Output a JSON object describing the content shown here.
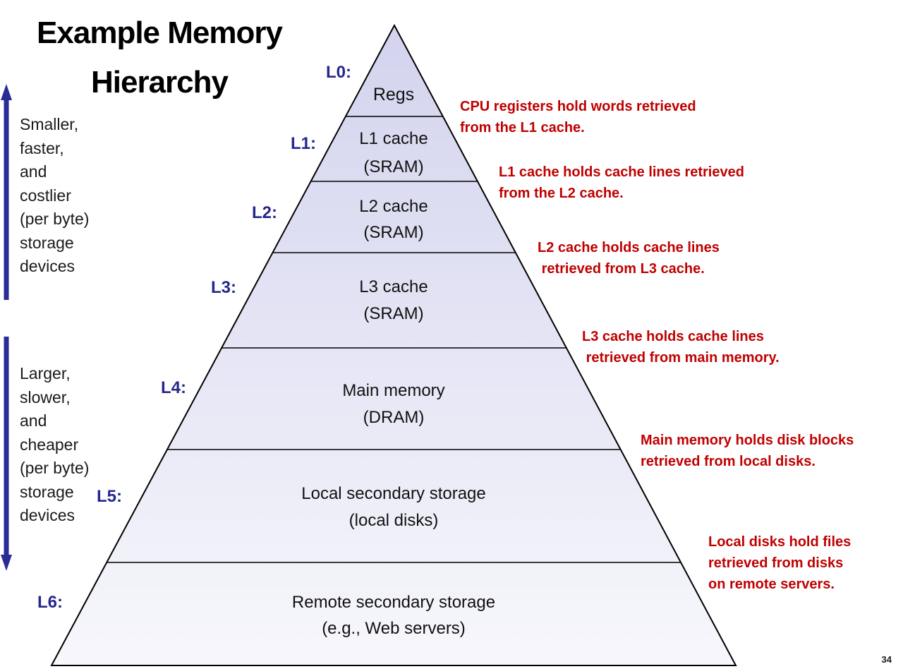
{
  "slide": {
    "title": "Example Memory\nHierarchy",
    "page_number": "34"
  },
  "left_annotations": {
    "upper": {
      "arrow": "up-arrow",
      "text": "Smaller,\nfaster,\nand\ncostlier\n(per byte)\nstorage\ndevices"
    },
    "lower": {
      "arrow": "down-arrow",
      "text": "Larger,\nslower,\nand\ncheaper\n(per byte)\nstorage\ndevices"
    }
  },
  "pyramid": {
    "levels": [
      {
        "id": "L0:",
        "name": "Regs"
      },
      {
        "id": "L1:",
        "name": "L1 cache\n(SRAM)"
      },
      {
        "id": "L2:",
        "name": "L2 cache\n(SRAM)"
      },
      {
        "id": "L3:",
        "name": "L3 cache\n(SRAM)"
      },
      {
        "id": "L4:",
        "name": "Main memory\n(DRAM)"
      },
      {
        "id": "L5:",
        "name": "Local secondary storage\n(local disks)"
      },
      {
        "id": "L6:",
        "name": "Remote secondary storage\n(e.g., Web servers)"
      }
    ]
  },
  "red_notes": [
    {
      "text": "CPU registers hold words retrieved\nfrom the L1 cache."
    },
    {
      "text": "L1 cache holds cache lines retrieved\nfrom the L2 cache."
    },
    {
      "text": "L2 cache holds cache lines\n retrieved from L3 cache."
    },
    {
      "text": "L3 cache holds cache lines\n retrieved from main memory."
    },
    {
      "text": "Main memory holds disk blocks\nretrieved from local disks."
    },
    {
      "text": "Local disks hold files\nretrieved from disks\non remote servers."
    }
  ],
  "colors": {
    "accent_navy": "#2B2B96",
    "label_navy": "#26268E",
    "note_red": "#C00000",
    "pyramid_fill_top": "#D3D3EE",
    "pyramid_fill_bottom": "#F7F7FC",
    "pyramid_stroke": "#000000"
  }
}
